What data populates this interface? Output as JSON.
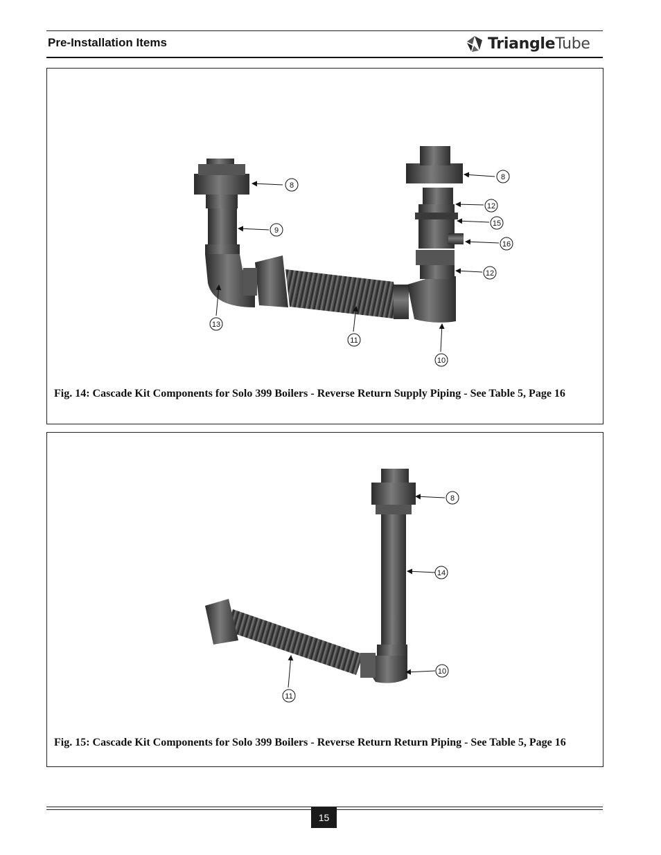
{
  "header": {
    "section_title": "Pre-Installation Items",
    "logo_bold": "Triangle",
    "logo_light": "Tube"
  },
  "figures": [
    {
      "caption": "Fig. 14: Cascade Kit Components for Solo 399 Boilers - Reverse Return Supply Piping -  See Table 5, Page 16",
      "callouts": [
        "8",
        "9",
        "13",
        "11",
        "10",
        "8",
        "12",
        "15",
        "16",
        "12"
      ]
    },
    {
      "caption": "Fig. 15: Cascade Kit Components for Solo 399 Boilers - Reverse Return Return Piping - See Table 5, Page 16",
      "callouts": [
        "8",
        "14",
        "10",
        "11"
      ]
    }
  ],
  "footer": {
    "page_number": "15"
  },
  "colors": {
    "pipe_dark": "#3c3c3c",
    "pipe_mid": "#5a5a5a",
    "pipe_light": "#8a8a8a"
  }
}
